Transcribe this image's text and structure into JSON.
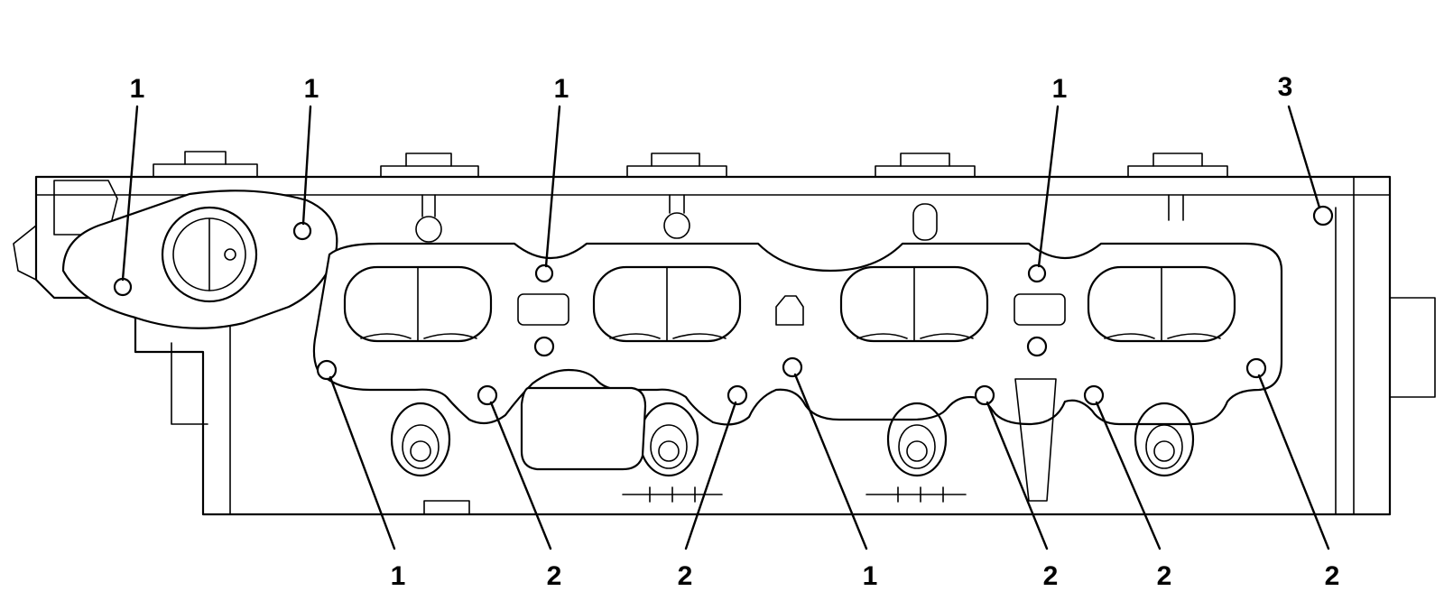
{
  "callouts": {
    "top": [
      "1",
      "1",
      "1",
      "1",
      "3"
    ],
    "bottom": [
      "1",
      "2",
      "2",
      "1",
      "2",
      "2",
      "2"
    ]
  }
}
